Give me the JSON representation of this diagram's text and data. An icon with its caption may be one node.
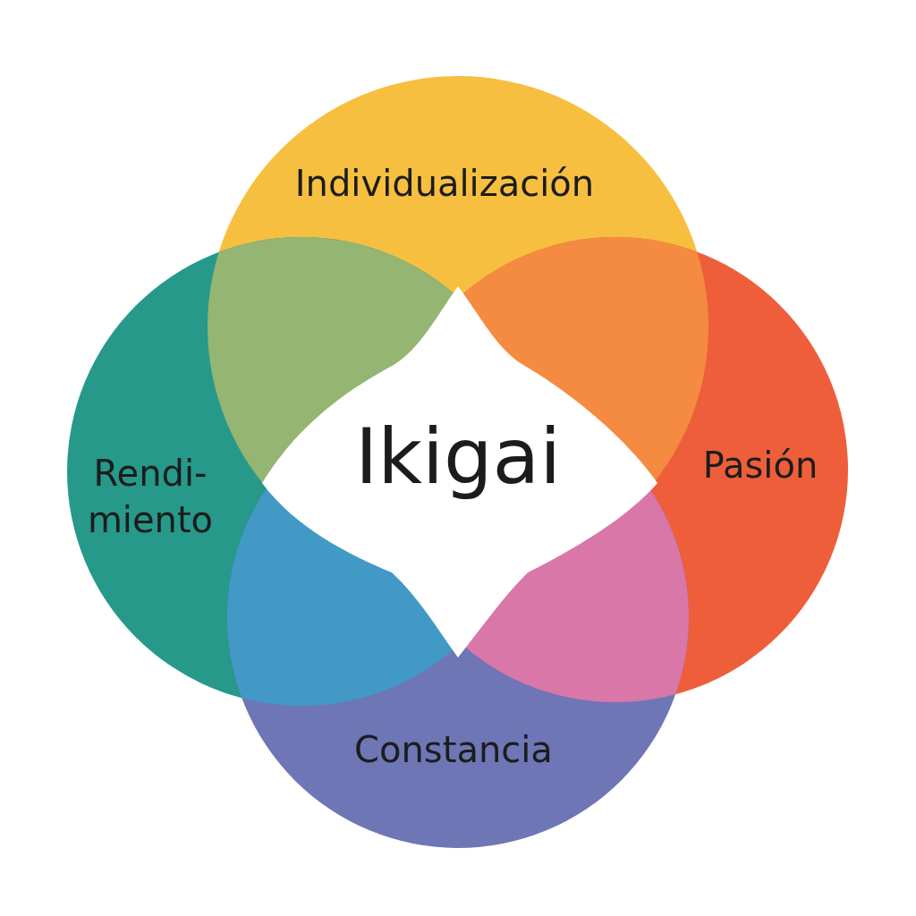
{
  "diagram": {
    "nodes": [
      {
        "text": [
          "Individualización"
        ]
      },
      {
        "text": [
          "Rendi- miento"
        ]
      },
      {
        "text": [
          "Pasión"
        ]
      },
      {
        "text": [
          "Constancia"
        ]
      }
    ],
    "labels": [
      "Ikigai"
    ]
  }
}
